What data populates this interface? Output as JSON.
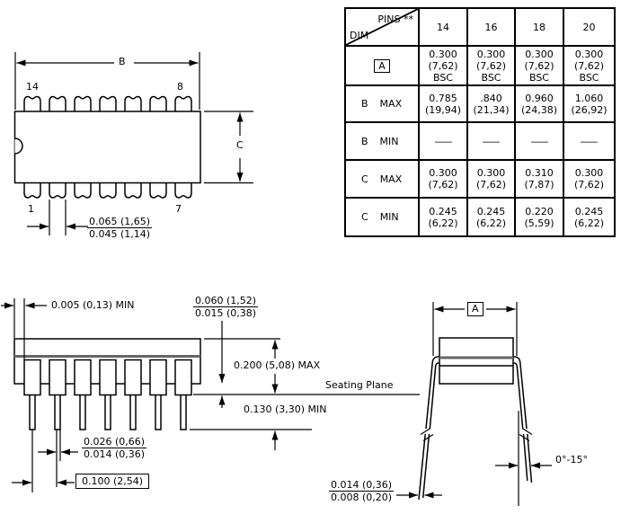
{
  "dim_table": {
    "pins_label": "PINS **",
    "dim_label": "DIM",
    "columns": [
      "14",
      "16",
      "18",
      "20"
    ],
    "rows": [
      {
        "dim": "A",
        "qual": "",
        "cells": [
          "0.300\n(7,62)\nBSC",
          "0.300\n(7,62)\nBSC",
          "0.300\n(7,62)\nBSC",
          "0.300\n(7,62)\nBSC"
        ]
      },
      {
        "dim": "B",
        "qual": "MAX",
        "cells": [
          "0.785\n(19,94)",
          ".840\n(21,34)",
          "0.960\n(24,38)",
          "1.060\n(26,92)"
        ]
      },
      {
        "dim": "B",
        "qual": "MIN",
        "cells": [
          "—",
          "—",
          "—",
          "—"
        ]
      },
      {
        "dim": "C",
        "qual": "MAX",
        "cells": [
          "0.300\n(7,62)",
          "0.300\n(7,62)",
          "0.310\n(7,87)",
          "0.300\n(7,62)"
        ]
      },
      {
        "dim": "C",
        "qual": "MIN",
        "cells": [
          "0.245\n(6,22)",
          "0.245\n(6,22)",
          "0.220\n(5,59)",
          "0.245\n(6,22)"
        ]
      }
    ]
  },
  "top_view": {
    "length_label": "B",
    "width_label": "C",
    "pin_top_left": "14",
    "pin_top_right": "8",
    "pin_bottom_left": "1",
    "pin_bottom_right": "7",
    "pin_width": {
      "max": "0.065 (1,65)",
      "min": "0.045 (1,14)"
    }
  },
  "side_view": {
    "edge_to_lead": "0.005 (0,13) MIN",
    "standoff": {
      "max": "0.060 (1,52)",
      "min": "0.015 (0,38)"
    },
    "body_height": "0.200 (5,08) MAX",
    "seating_plane": "Seating Plane",
    "lead_below_seating": "0.130 (3,30) MIN",
    "lead_width": {
      "max": "0.026 (0,66)",
      "min": "0.014 (0,36)"
    },
    "lead_pitch": "0.100 (2,54)"
  },
  "end_view": {
    "row_spacing_label": "A",
    "lead_angle": "0°-15°",
    "lead_thickness": {
      "max": "0.014 (0,36)",
      "min": "0.008 (0,20)"
    }
  }
}
